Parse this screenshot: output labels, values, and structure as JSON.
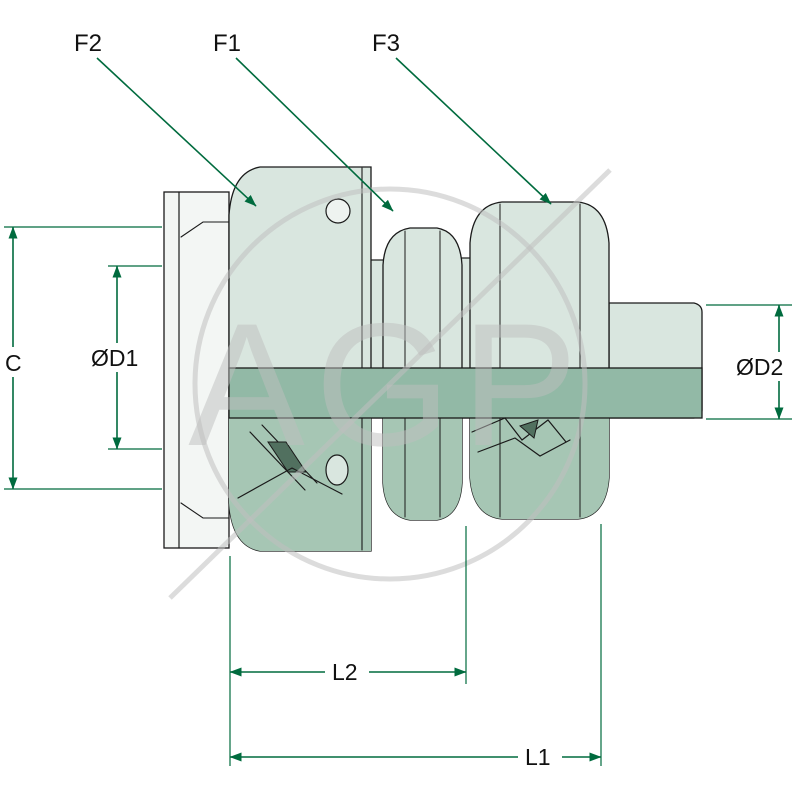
{
  "drawing": {
    "watermark": "AGP",
    "callouts": {
      "f2": "F2",
      "f1": "F1",
      "f3": "F3"
    },
    "dimensions": {
      "c": "C",
      "d1": "ØD1",
      "d2": "ØD2",
      "l2": "L2",
      "l1": "L1"
    },
    "colors": {
      "dimension_green": "#006b3e",
      "body_light": "#d9e6df",
      "body_medium": "#a6c6b4",
      "body_band": "#92b9a6",
      "flange_fill": "#f3f6f4",
      "detail_dark": "#51705f",
      "outline": "#1a1a1a",
      "watermark_gray": "#c0c0c0"
    }
  }
}
